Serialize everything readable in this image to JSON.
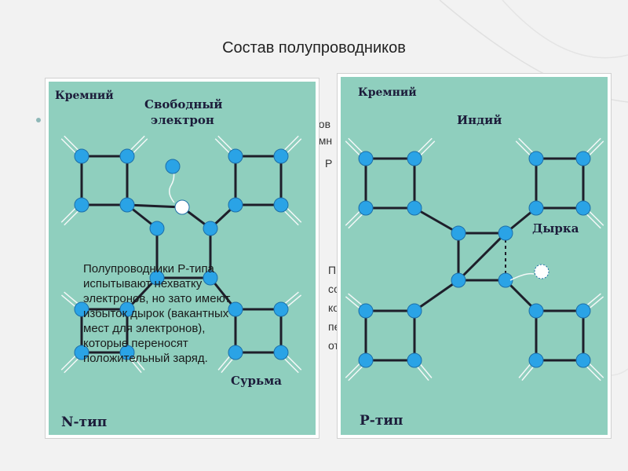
{
  "slide": {
    "title": "Состав полупроводников"
  },
  "background_fragments": [
    "ров",
    "емн",
    "Р",
    "П",
    "со",
    "ко",
    "пе",
    "от"
  ],
  "panel_n": {
    "silicon_label": "Кремний",
    "free_electron_label_line1": "Свободный",
    "free_electron_label_line2": "электрон",
    "antimony_label": "Сурьма",
    "type_label": "N-тип"
  },
  "panel_p": {
    "silicon_label": "Кремний",
    "indium_label": "Индий",
    "hole_label": "Дырка",
    "type_label": "Р-тип"
  },
  "caption_lines": [
    "Полупроводники Р-типа",
    "испытывают нехватку",
    "электронов, но зато имеют",
    "избыток дырок (вакантных",
    "мест для электронов),",
    "которые переносят",
    "положительный заряд."
  ],
  "colors": {
    "panel_background": "#8fcfbe",
    "atom_fill": "#2aa3e6",
    "bond": "#1e1e2a"
  }
}
